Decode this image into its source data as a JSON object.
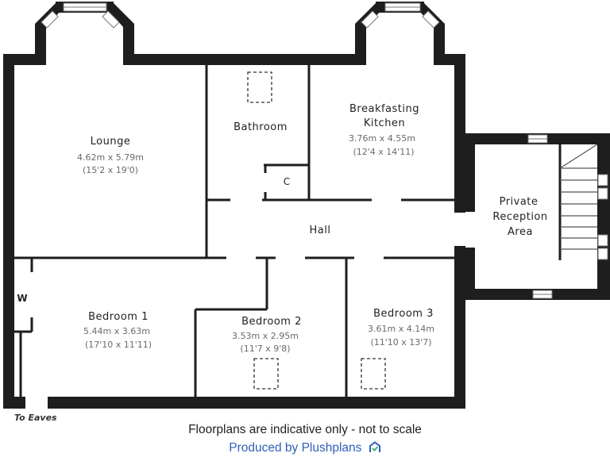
{
  "rooms": {
    "lounge": {
      "name": "Lounge",
      "metric": "4.62m x 5.79m",
      "imperial": "(15'2 x 19'0)"
    },
    "bathroom": {
      "name": "Bathroom"
    },
    "cupboard": {
      "name": "C"
    },
    "kitchen": {
      "name_line1": "Breakfasting",
      "name_line2": "Kitchen",
      "metric": "3.76m x 4.55m",
      "imperial": "(12'4 x 14'11)"
    },
    "hall": {
      "name": "Hall"
    },
    "reception": {
      "name_line1": "Private",
      "name_line2": "Reception",
      "name_line3": "Area"
    },
    "wardrobe": {
      "name": "W"
    },
    "bedroom1": {
      "name": "Bedroom 1",
      "metric": "5.44m x 3.63m",
      "imperial": "(17'10 x 11'11)"
    },
    "bedroom2": {
      "name": "Bedroom 2",
      "metric": "3.53m x 2.95m",
      "imperial": "(11'7 x 9'8)"
    },
    "bedroom3": {
      "name": "Bedroom 3",
      "metric": "3.61m x 4.14m",
      "imperial": "(11'10 x 13'7)"
    }
  },
  "annotations": {
    "to_eaves": "To Eaves"
  },
  "footer": {
    "disclaimer": "Floorplans are indicative only - not to scale",
    "produced_by": "Produced by Plushplans",
    "logo_icon": "plushplans-house-logo-icon",
    "brand_color": "#2f5fb8",
    "accent_color": "#3cb878"
  }
}
